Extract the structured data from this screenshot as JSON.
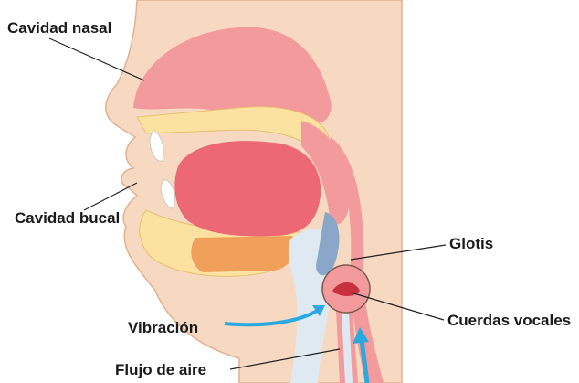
{
  "labels": {
    "nasal_cavity": "Cavidad nasal",
    "oral_cavity": "Cavidad bucal",
    "glottis": "Glotis",
    "vocal_cords": "Cuerdas vocales",
    "vibration": "Vibración",
    "airflow": "Flujo de aire"
  },
  "colors": {
    "skin": "#f7d8c0",
    "nasal": "#f29a9c",
    "palate": "#fbe2a0",
    "tongue": "#ec6874",
    "jaw": "#f0a05a",
    "airway": "#dfe9f2",
    "epiglottis": "#8aa6c8",
    "arrow": "#29a9e0"
  }
}
